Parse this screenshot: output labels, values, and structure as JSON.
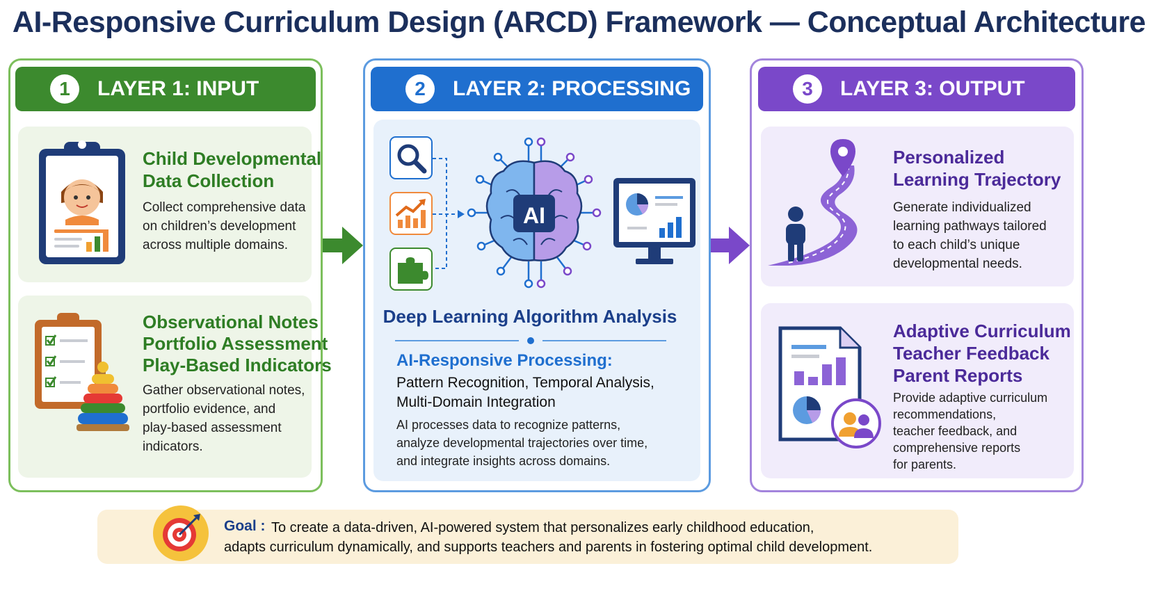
{
  "title": "AI-Responsive Curriculum Design (ARCD) Framework — Conceptual Architecture",
  "layers": [
    {
      "number": "1",
      "label": "LAYER 1: INPUT",
      "color": "#3c8a2e",
      "cards": [
        {
          "title_lines": [
            "Child Developmental",
            "Data Collection"
          ],
          "body_lines": [
            "Collect comprehensive data",
            "on children’s development",
            "across multiple domains."
          ]
        },
        {
          "title_lines": [
            "Observational Notes",
            "Portfolio Assessment",
            "Play-Based Indicators"
          ],
          "body_lines": [
            "Gather observational notes,",
            "portfolio evidence, and",
            "play-based assessment",
            "indicators."
          ]
        }
      ]
    },
    {
      "number": "2",
      "label": "LAYER 2: PROCESSING",
      "color": "#1f6fcf",
      "ai_label": "AI",
      "heading": "Deep Learning Algorithm Analysis",
      "subheading": "AI-Responsive Processing:",
      "methods_lines": [
        "Pattern Recognition, Temporal Analysis,",
        "Multi-Domain Integration"
      ],
      "body_lines": [
        "AI processes data to recognize patterns,",
        "analyze developmental trajectories over time,",
        "and integrate insights across domains."
      ]
    },
    {
      "number": "3",
      "label": "LAYER 3: OUTPUT",
      "color": "#7a48c9",
      "cards": [
        {
          "title_lines": [
            "Personalized",
            "Learning Trajectory"
          ],
          "body_lines": [
            "Generate individualized",
            "learning pathways tailored",
            "to each child’s unique",
            "developmental needs."
          ]
        },
        {
          "title_lines": [
            "Adaptive Curriculum",
            "Teacher Feedback",
            "Parent Reports"
          ],
          "body_lines": [
            "Provide adaptive curriculum",
            "recommendations,",
            "teacher feedback, and",
            "comprehensive reports",
            "for parents."
          ]
        }
      ]
    }
  ],
  "goal": {
    "label": "Goal :",
    "lines": [
      "To create a data-driven, AI-powered system that personalizes early childhood education,",
      "adapts curriculum dynamically, and supports teachers and parents in fostering optimal child development."
    ]
  },
  "icons": [
    "clipboard-child-icon",
    "checklist-clipboard-icon",
    "stacking-rings-toy-icon",
    "magnifier-icon",
    "growth-chart-icon",
    "puzzle-icon",
    "ai-brain-icon",
    "monitor-dashboard-icon",
    "road-pin-icon",
    "child-figure-icon",
    "report-document-icon",
    "people-icon",
    "target-icon"
  ]
}
